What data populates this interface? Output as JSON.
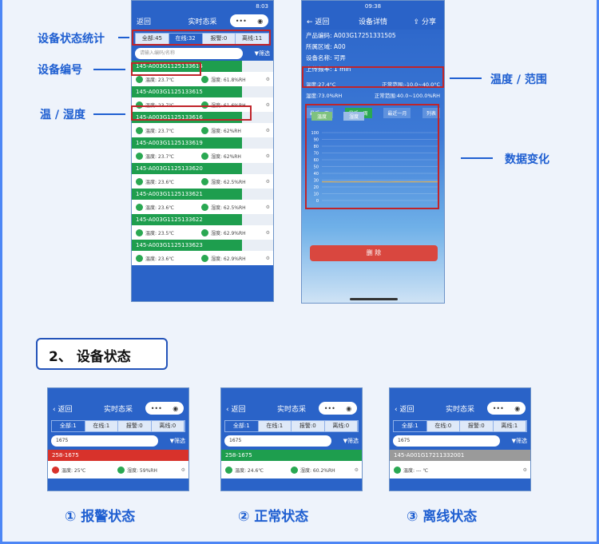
{
  "annotations": {
    "stats": "设备状态统计",
    "device_no": "设备编号",
    "temp_humi": "温 / 湿度",
    "range": "温度 / 范围",
    "data_change": "数据变化"
  },
  "phone1": {
    "status_time": "8:03",
    "nav": {
      "back": "返回",
      "title": "实时态采",
      "cap_dots": "•••"
    },
    "tabs": [
      "全部:45",
      "在线:32",
      "报警:0",
      "离线:11"
    ],
    "search_placeholder": "请输入编码/名称",
    "filter": "筛选",
    "devices": [
      {
        "code": "145-A003G1125133614",
        "temp": "温度: 23.7℃",
        "humi": "湿度: 61.8%RH"
      },
      {
        "code": "145-A003G1125133615",
        "temp": "温度: 23.7℃",
        "humi": "湿度: 61.6%RH"
      },
      {
        "code": "145-A003G1125133616",
        "temp": "温度: 23.7℃",
        "humi": "湿度: 62%RH"
      },
      {
        "code": "145-A003G1125133619",
        "temp": "温度: 23.7℃",
        "humi": "湿度: 62%RH"
      },
      {
        "code": "145-A003G1125133620",
        "temp": "温度: 23.6℃",
        "humi": "湿度: 62.5%RH"
      },
      {
        "code": "145-A003G1125133621",
        "temp": "温度: 23.6℃",
        "humi": "湿度: 62.5%RH"
      },
      {
        "code": "145-A003G1125133622",
        "temp": "温度: 23.5℃",
        "humi": "湿度: 62.9%RH"
      },
      {
        "code": "145-A003G1125133623",
        "temp": "温度: 23.6℃",
        "humi": "湿度: 62.9%RH"
      }
    ]
  },
  "phone2": {
    "status_time": "09:38",
    "nav": {
      "back": "返回",
      "title": "设备详情",
      "share": "分享"
    },
    "info": [
      "产品编码: A003G17251331505",
      "所属区域: A00",
      "设备名称: 可弄",
      "上传频率: 1 min"
    ],
    "temp_line": {
      "label": "温度:27.4°C",
      "range": "正常范围:-10.0~40.0°C"
    },
    "humi_line": {
      "label": "湿度:73.0%RH",
      "range": "正常范围:40.0~100.0%RH"
    },
    "period_tabs": [
      "最近一天",
      "最近一周",
      "最近一月",
      "列表"
    ],
    "chart_tabs": [
      "温度",
      "湿度"
    ],
    "delete": "删 除"
  },
  "chart_data": {
    "type": "line",
    "title": "",
    "xlabel": "",
    "ylabel": "",
    "ylim": [
      0,
      100
    ],
    "y_ticks": [
      "100",
      "90",
      "80",
      "70",
      "60",
      "50",
      "40",
      "30",
      "20",
      "10",
      "0"
    ],
    "series": [
      {
        "values": [
          27.4,
          27.5,
          27.3,
          27.4,
          27.6,
          27.4,
          27.5,
          27.4,
          27.3,
          27.5,
          27.4,
          27.5,
          27.4,
          27.6,
          27.5
        ]
      }
    ]
  },
  "section": {
    "title": "2、 设备状态"
  },
  "states": [
    {
      "tabs": [
        "全部:1",
        "在线:1",
        "报警:0",
        "离线:0"
      ],
      "search": "1675",
      "code": "258-1675",
      "temp": "温度: 25℃",
      "humi": "湿度: 59%RH",
      "bar": "#d8322b",
      "caption": "① 报警状态"
    },
    {
      "tabs": [
        "全部:1",
        "在线:1",
        "报警:0",
        "离线:0"
      ],
      "search": "1675",
      "code": "258-1675",
      "temp": "温度: 24.6℃",
      "humi": "湿度: 60.2%RH",
      "bar": "#1e9e4e",
      "caption": "② 正常状态"
    },
    {
      "tabs": [
        "全部:1",
        "在线:0",
        "报警:0",
        "离线:1"
      ],
      "search": "1675",
      "code": "145-A001G17211332001",
      "temp": "温度: --- ℃",
      "humi": "",
      "bar": "#9a9a9a",
      "caption": "③ 离线状态"
    }
  ],
  "colors": {
    "accent": "#1f5fd1",
    "nav": "#2a63c8",
    "alarm": "#d8322b",
    "normal": "#1e9e4e",
    "offline": "#9a9a9a"
  }
}
